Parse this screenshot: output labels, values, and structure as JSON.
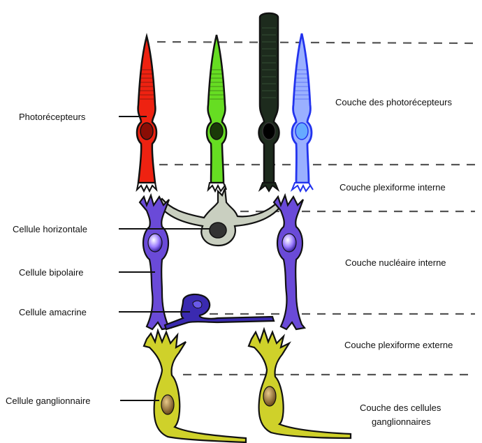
{
  "labels_left": {
    "photoreceptors": "Photorécepteurs",
    "horizontal_cell": "Cellule horizontale",
    "bipolar_cell": "Cellule bipolaire",
    "amacrine_cell": "Cellule amacrine",
    "ganglion_cell": "Cellule ganglionnaire"
  },
  "labels_right": {
    "photoreceptor_layer": "Couche des photorécepteurs",
    "inner_plexiform_layer": "Couche plexiforme interne",
    "inner_nuclear_layer": "Couche nucléaire interne",
    "outer_plexiform_layer": "Couche plexiforme externe",
    "ganglion_layer_line1": "Couche des cellules",
    "ganglion_layer_line2": "ganglionnaires"
  },
  "colors": {
    "red_cone": "#ee2211",
    "green_cone": "#66dd22",
    "rod": "#1d2b1d",
    "blue_cone": "#4466ff",
    "horizontal": "#c9cfc0",
    "bipolar": "#6a4ad8",
    "amacrine": "#3a2ab0",
    "ganglion": "#cfd12a"
  }
}
